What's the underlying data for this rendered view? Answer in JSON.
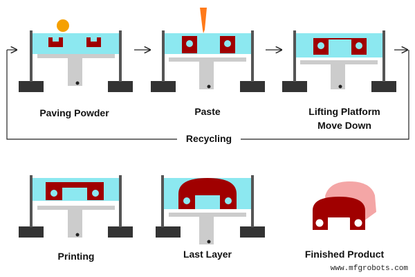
{
  "colors": {
    "tank": "#8ce8f0",
    "part": "#a00000",
    "post": "#555555",
    "base": "#333333",
    "platform": "#cccccc",
    "powder_ball": "#f5a000",
    "laser": "#ff7a1a",
    "product_shade": "#f4a6a6"
  },
  "steps": [
    {
      "label": "Paving Powder"
    },
    {
      "label": "Paste"
    },
    {
      "label_line1": "Lifting Platform",
      "label_line2": "Move Down"
    },
    {
      "label": "Printing"
    },
    {
      "label": "Last Layer"
    },
    {
      "label": "Finished Product"
    }
  ],
  "recycle_label": "Recycling",
  "watermark": "www.mfgrobots.com"
}
